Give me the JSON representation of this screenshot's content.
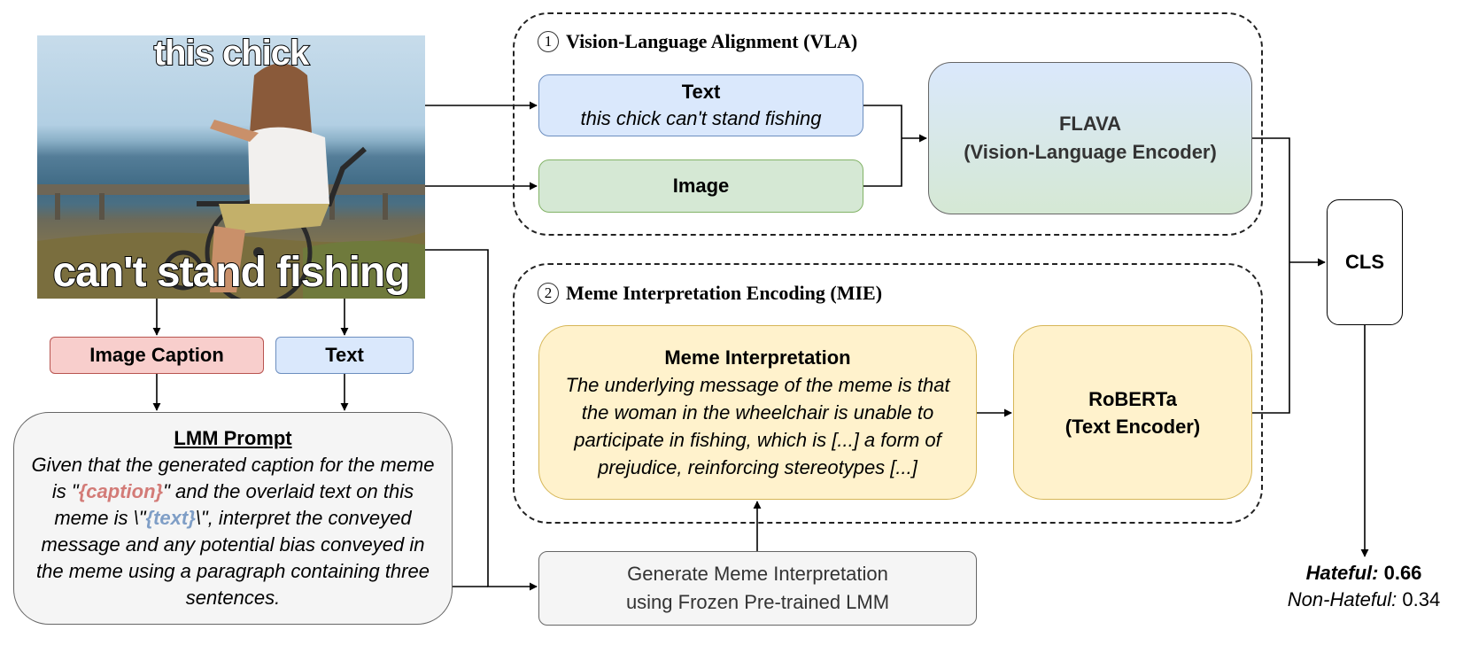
{
  "meme": {
    "top_text": "this chick",
    "bottom_text": "can't stand fishing"
  },
  "inputs": {
    "image_caption_label": "Image Caption",
    "text_label": "Text"
  },
  "lmm_prompt": {
    "title": "LMM Prompt",
    "part1": "Given that the generated caption for the meme is \"",
    "caption_placeholder": "{caption}",
    "part2": "\" and the overlaid text on this meme is \\\"",
    "text_placeholder": "{text}",
    "part3": "\\\", interpret the conveyed message and any potential bias conveyed in the meme using a paragraph containing three sentences."
  },
  "vla": {
    "number": "1",
    "title": "Vision-Language Alignment (VLA)",
    "text_title": "Text",
    "text_content": "this chick can't stand fishing",
    "image_label": "Image",
    "encoder_line1": "FLAVA",
    "encoder_line2": "(Vision-Language Encoder)"
  },
  "mie": {
    "number": "2",
    "title": "Meme Interpretation Encoding (MIE)",
    "interp_title": "Meme Interpretation",
    "interp_body": "The underlying message of the meme is that the woman in the wheelchair is unable to participate in fishing, which is [...] a form of prejudice, reinforcing stereotypes [...]",
    "encoder_line1": "RoBERTa",
    "encoder_line2": "(Text Encoder)"
  },
  "generate": {
    "line1": "Generate Meme Interpretation",
    "line2": "using Frozen Pre-trained LMM"
  },
  "classifier": {
    "label": "CLS"
  },
  "result": {
    "hateful_label": "Hateful:",
    "hateful_score": "0.66",
    "non_hateful_label": "Non-Hateful:",
    "non_hateful_score": "0.34"
  },
  "colors": {
    "caption_fill": "#f8cecc",
    "text_fill": "#dae8fc",
    "image_fill": "#d5e8d4",
    "interpretation_fill": "#fff2cc",
    "prompt_fill": "#f5f5f5"
  }
}
